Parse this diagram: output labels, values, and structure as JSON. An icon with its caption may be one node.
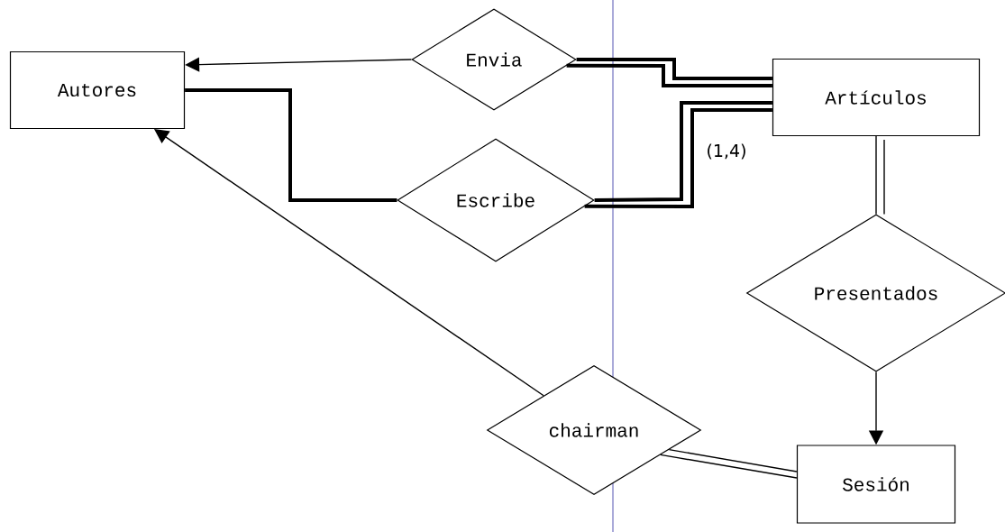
{
  "diagram": {
    "nodes": [
      {
        "text": [
          "Autores"
        ]
      },
      {
        "text": [
          "Envia"
        ]
      },
      {
        "text": [
          "Escribe"
        ]
      },
      {
        "text": [
          "Artículos"
        ]
      },
      {
        "text": [
          "Presentados"
        ]
      },
      {
        "text": [
          "chairman"
        ]
      },
      {
        "text": [
          "Sesión"
        ]
      }
    ],
    "edges": [
      {
        "from": 1,
        "to": 0,
        "arrow": "to"
      },
      {
        "from": 1,
        "to": 3,
        "arrow": "none",
        "style": "thick"
      },
      {
        "from": 2,
        "to": 0,
        "arrow": "none",
        "style": "thick"
      },
      {
        "from": 2,
        "to": 3,
        "arrow": "none",
        "style": "thick",
        "label": "(1,4)"
      },
      {
        "from": 3,
        "to": 4,
        "arrow": "none"
      },
      {
        "from": 4,
        "to": 6,
        "arrow": "to"
      },
      {
        "from": 5,
        "to": 0,
        "arrow": "to"
      },
      {
        "from": 5,
        "to": 6,
        "arrow": "none"
      }
    ]
  }
}
